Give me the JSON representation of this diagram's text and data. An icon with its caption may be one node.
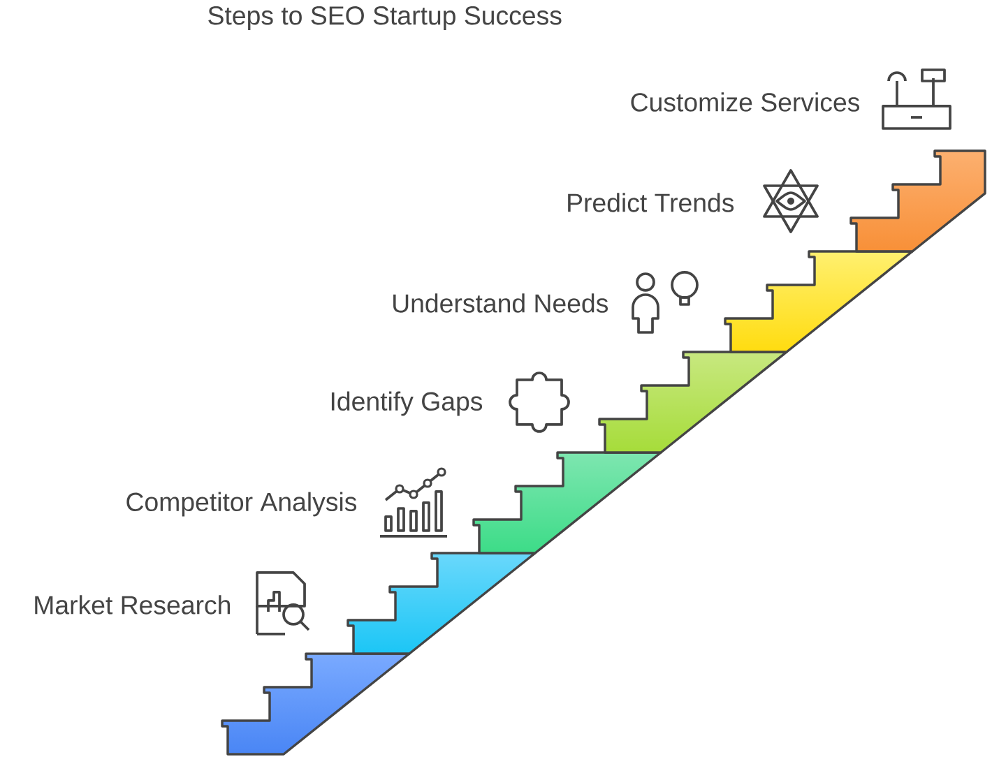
{
  "diagram": {
    "title": "Steps to SEO Startup Success",
    "nodes": [
      {
        "text": [],
        "shape": "stairs",
        "beside": [
          "Market Research"
        ]
      },
      {
        "text": [],
        "shape": "stairs",
        "beside": [
          "Competitor Analysis"
        ]
      },
      {
        "text": [],
        "shape": "stairs",
        "beside": [
          "Identify Gaps"
        ]
      },
      {
        "text": [],
        "shape": "stairs",
        "beside": [
          "Understand Needs"
        ]
      },
      {
        "text": [],
        "shape": "stairs",
        "beside": [
          "Predict Trends"
        ]
      },
      {
        "text": [],
        "shape": "stairs",
        "beside": [
          "Customize Services"
        ]
      }
    ]
  }
}
